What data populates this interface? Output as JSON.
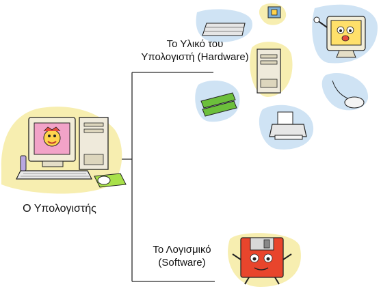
{
  "root": {
    "label": "Ο Υπολογιστής"
  },
  "branches": [
    {
      "line1": "Το Υλικό του",
      "line2": "Υπολογιστή (Hardware)"
    },
    {
      "line1": "Το Λογισμικό",
      "line2": "(Software)"
    }
  ],
  "colors": {
    "connector": "#2a2a2a",
    "blob_yellow": "#f7eeb0",
    "blob_blue": "#cfe3f4",
    "monitor_beige": "#f2edd8",
    "floppy_red": "#e8452c"
  },
  "icons": [
    "computer-icon",
    "keyboard-icon",
    "chip-icon",
    "cartoon-monitor-icon",
    "tower-case-icon",
    "ram-module-icon",
    "mouse-icon",
    "printer-icon",
    "floppy-disk-icon"
  ]
}
